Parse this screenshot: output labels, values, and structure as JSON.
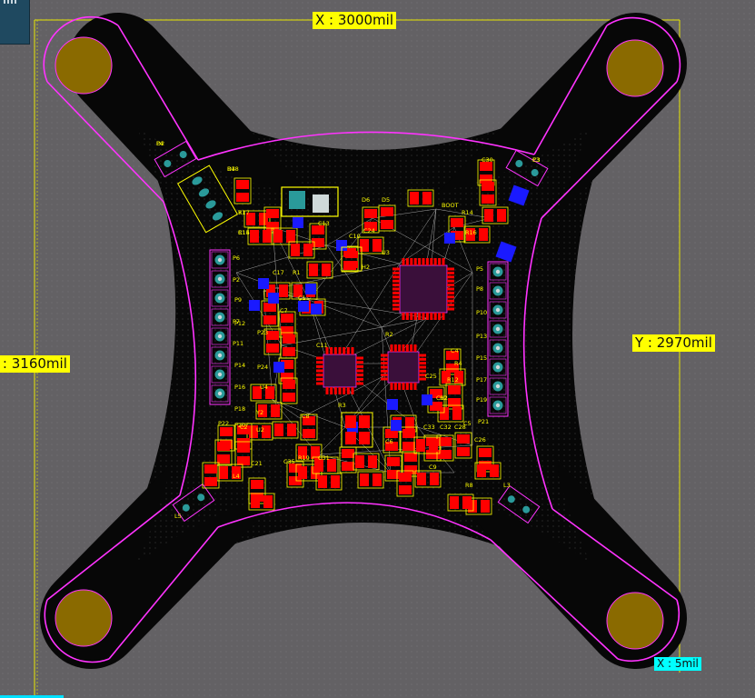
{
  "dimensions": {
    "x_top": "X : 3000mil",
    "y_left": "Y : 3160mil",
    "y_right": "Y : 2970mil",
    "x_small": "X : 5mil"
  },
  "designators": [
    "P4",
    "P3",
    "D4",
    "R17",
    "R15",
    "D6",
    "D5",
    "C30",
    "R14",
    "BOOT",
    "R16",
    "C13",
    "C10",
    "R1",
    "U3",
    "P2",
    "P5",
    "P6",
    "P8",
    "P9",
    "P7",
    "P10",
    "P12",
    "P11",
    "P13",
    "P14",
    "P15",
    "P16",
    "P17",
    "P18",
    "P19",
    "P20",
    "P21",
    "P22",
    "P23",
    "P24",
    "C17",
    "C7",
    "C1",
    "C11",
    "R2",
    "R3",
    "C25",
    "U2",
    "U4",
    "Y2",
    "C12",
    "C6",
    "C8",
    "C5",
    "C2",
    "R19",
    "C35",
    "C31",
    "C9",
    "R8",
    "C33",
    "C32",
    "C28",
    "C26",
    "C21",
    "L4",
    "L5",
    "L3",
    "C4",
    "R4",
    "R12",
    "H1",
    "H2",
    "C24",
    "D2",
    "C3",
    "R18",
    "Y1",
    "C14"
  ],
  "colors": {
    "board": "#070707",
    "pad_top": "#ff0000",
    "pad_bottom": "#1a1aff",
    "silkscreen": "#ffff00",
    "outline": "#ff33ff",
    "mount_hole": "#8a6a00",
    "ratsnest": "#d0d0d0",
    "background": "#636164"
  }
}
